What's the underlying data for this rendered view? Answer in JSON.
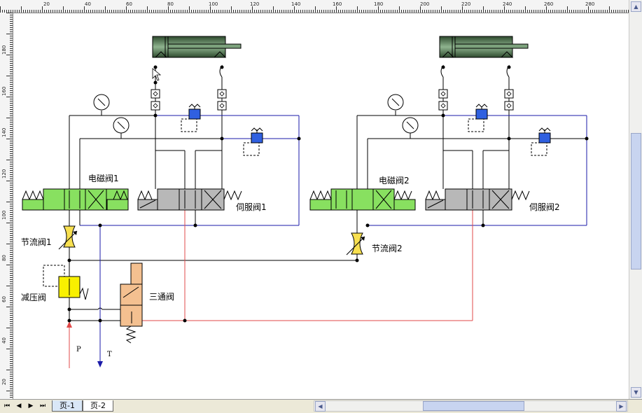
{
  "ruler": {
    "top_labels": [
      "20",
      "40",
      "60",
      "80",
      "100",
      "120",
      "140",
      "160",
      "180",
      "200",
      "220",
      "240",
      "260",
      "280"
    ],
    "left_labels": [
      "180",
      "160",
      "140",
      "120",
      "100",
      "80",
      "60",
      "40",
      "20"
    ]
  },
  "labels": {
    "solenoid1": "电磁阀1",
    "solenoid2": "电磁阀2",
    "servo1": "伺服阀1",
    "servo2": "伺服阀2",
    "throttle1": "节流阀1",
    "throttle2": "节流阀2",
    "pressure_reducer": "减压阀",
    "three_way": "三通阀",
    "port_p": "P",
    "port_t": "T"
  },
  "tabs": [
    "页-1",
    "页-2"
  ],
  "nav": {
    "first": "⏮",
    "prev": "◀",
    "next": "▶",
    "last": "⏭"
  },
  "colors": {
    "return_line": "#1a1aa8",
    "pressure_line": "#e04848",
    "solenoid_green": "#88e060",
    "servo_gray": "#b8b8b8",
    "relief_blue": "#3060e0",
    "reducer_yellow": "#f8f000",
    "three_way_orange": "#f4c090",
    "cylinder_green": "#507a50"
  }
}
